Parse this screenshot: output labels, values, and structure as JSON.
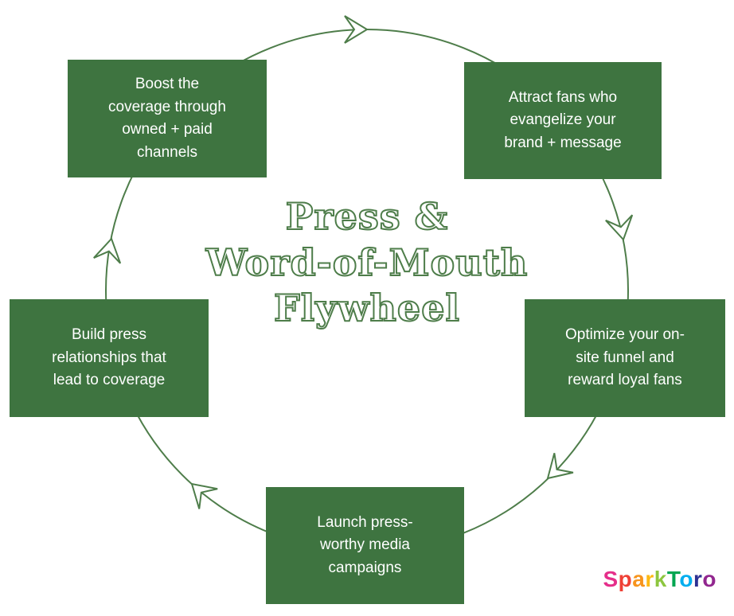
{
  "title": {
    "line1": "Press &",
    "line2": "Word-of-Mouth",
    "line3": "Flywheel"
  },
  "steps": [
    {
      "id": "attract-fans",
      "position": "top-right",
      "text": "Attract fans who\nevangelize your\nbrand + message"
    },
    {
      "id": "optimize-funnel",
      "position": "right",
      "text": "Optimize your on-\nsite funnel and\nreward loyal fans"
    },
    {
      "id": "launch-campaigns",
      "position": "bottom",
      "text": "Launch press-\nworthy media\ncampaigns"
    },
    {
      "id": "build-relationships",
      "position": "left",
      "text": "Build press\nrelationships that\nlead to coverage"
    },
    {
      "id": "boost-coverage",
      "position": "top-left",
      "text": "Boost the\ncoverage through\nowned + paid\nchannels"
    }
  ],
  "arrows": [
    {
      "id": "arrow-top",
      "direction": "clockwise-east"
    },
    {
      "id": "arrow-right-upper",
      "direction": "clockwise-south"
    },
    {
      "id": "arrow-right-lower",
      "direction": "clockwise-southwest"
    },
    {
      "id": "arrow-bottom-left",
      "direction": "clockwise-northwest"
    },
    {
      "id": "arrow-left",
      "direction": "clockwise-north"
    }
  ],
  "colors": {
    "background": "#ffffff",
    "box_green": "#3e7440",
    "box_text": "#ffffff",
    "line_green": "#4e7d4a",
    "title_green": "#4e7d4a"
  },
  "logo": {
    "text": "SparkToro",
    "letters": [
      {
        "char": "S",
        "color": "#e52e8a"
      },
      {
        "char": "p",
        "color": "#ef4136"
      },
      {
        "char": "a",
        "color": "#f7941d"
      },
      {
        "char": "r",
        "color": "#fdb913"
      },
      {
        "char": "k",
        "color": "#8dc63f"
      },
      {
        "char": "T",
        "color": "#00a651"
      },
      {
        "char": "o",
        "color": "#00aeef"
      },
      {
        "char": "r",
        "color": "#2e3192"
      },
      {
        "char": "o",
        "color": "#92278f"
      }
    ]
  }
}
